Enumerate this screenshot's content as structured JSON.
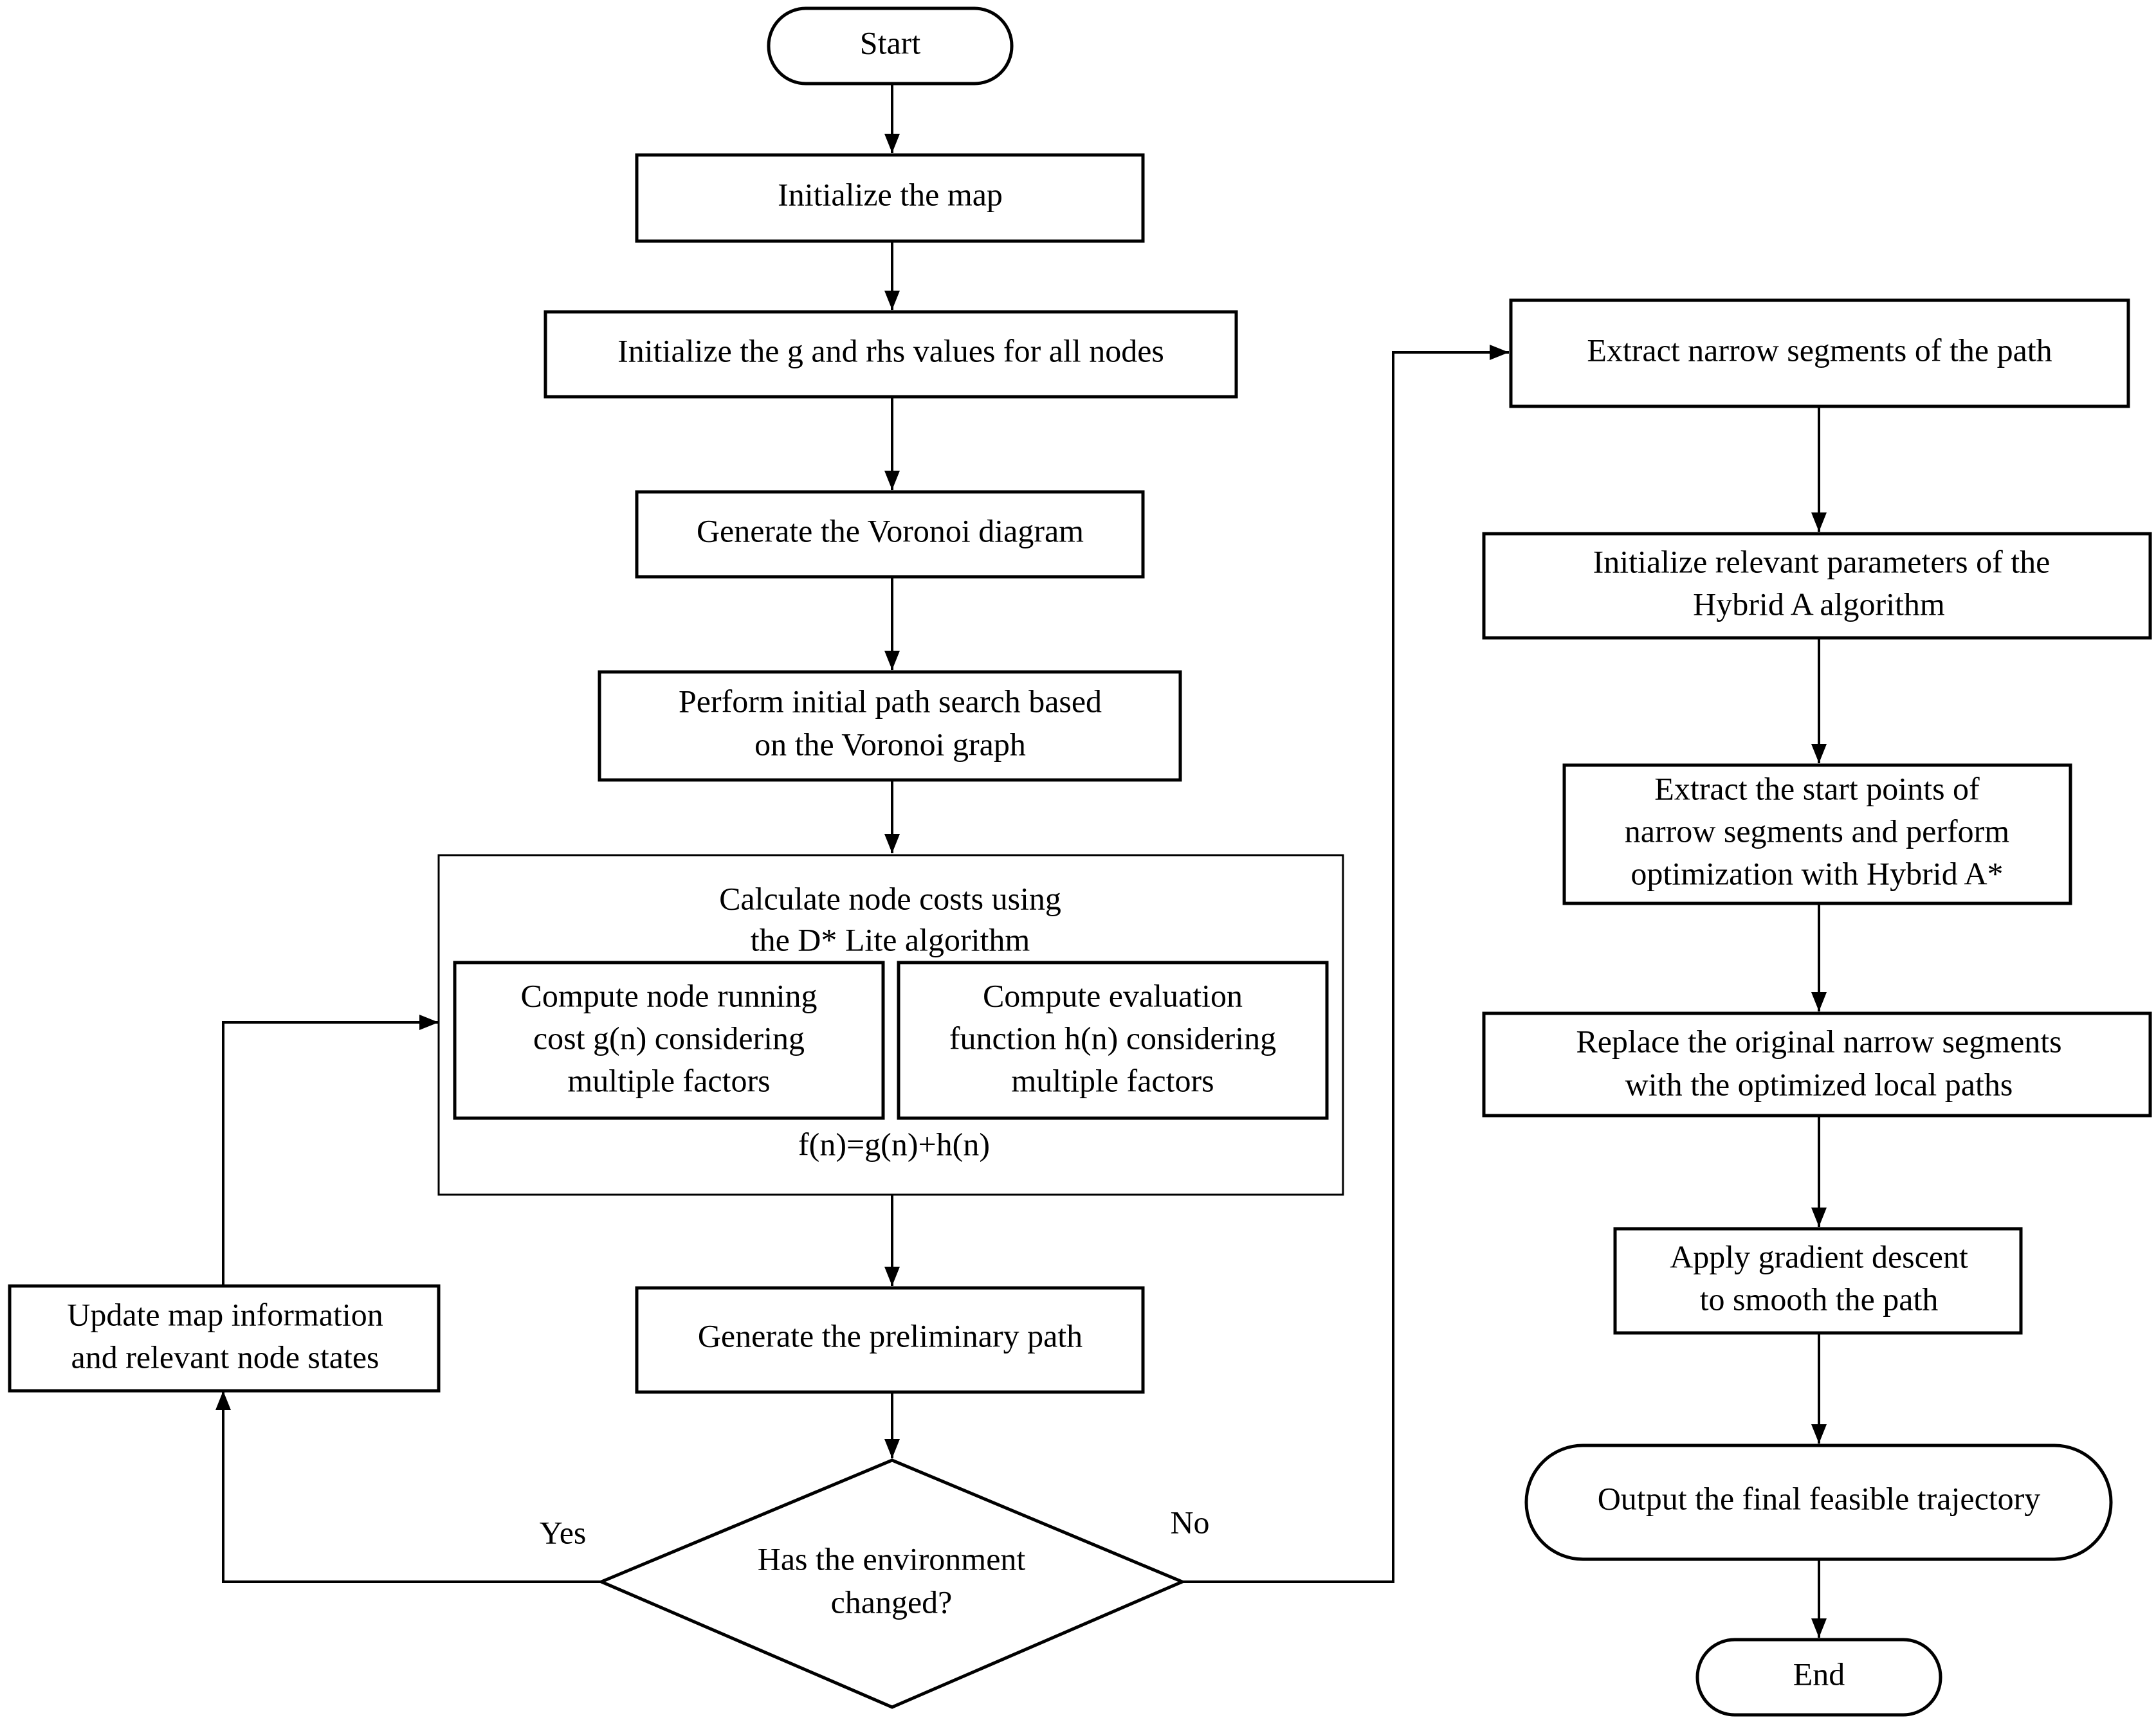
{
  "nodes": {
    "start": "Start",
    "init_map": "Initialize the map",
    "init_g_rhs": "Initialize the g and rhs values for all nodes",
    "voronoi": "Generate the Voronoi diagram",
    "initial_search": [
      "Perform initial path search based",
      "on the Voronoi graph"
    ],
    "dstar": {
      "title": [
        "Calculate node costs using",
        "the D* Lite algorithm"
      ],
      "g_box": [
        "Compute node running",
        "cost g(n) considering",
        "multiple factors"
      ],
      "h_box": [
        "Compute evaluation",
        "function h(n) considering",
        "multiple factors"
      ],
      "formula": "f(n)=g(n)+h(n)"
    },
    "preliminary": "Generate the preliminary path",
    "decision": [
      "Has the environment",
      "changed?"
    ],
    "update": [
      "Update map information",
      "and relevant node states"
    ],
    "extract_narrow": "Extract narrow segments of the path",
    "hybrid_params": [
      "Initialize relevant parameters of the",
      "Hybrid A algorithm"
    ],
    "extract_start": [
      "Extract the start points of",
      "narrow segments and perform",
      "optimization with Hybrid A*"
    ],
    "replace": [
      "Replace the original narrow segments",
      "with the optimized local paths"
    ],
    "gradient": [
      "Apply gradient descent",
      "to smooth the path"
    ],
    "output": "Output the final feasible trajectory",
    "end": "End"
  },
  "edges": {
    "yes_label": "Yes",
    "no_label": "No"
  }
}
